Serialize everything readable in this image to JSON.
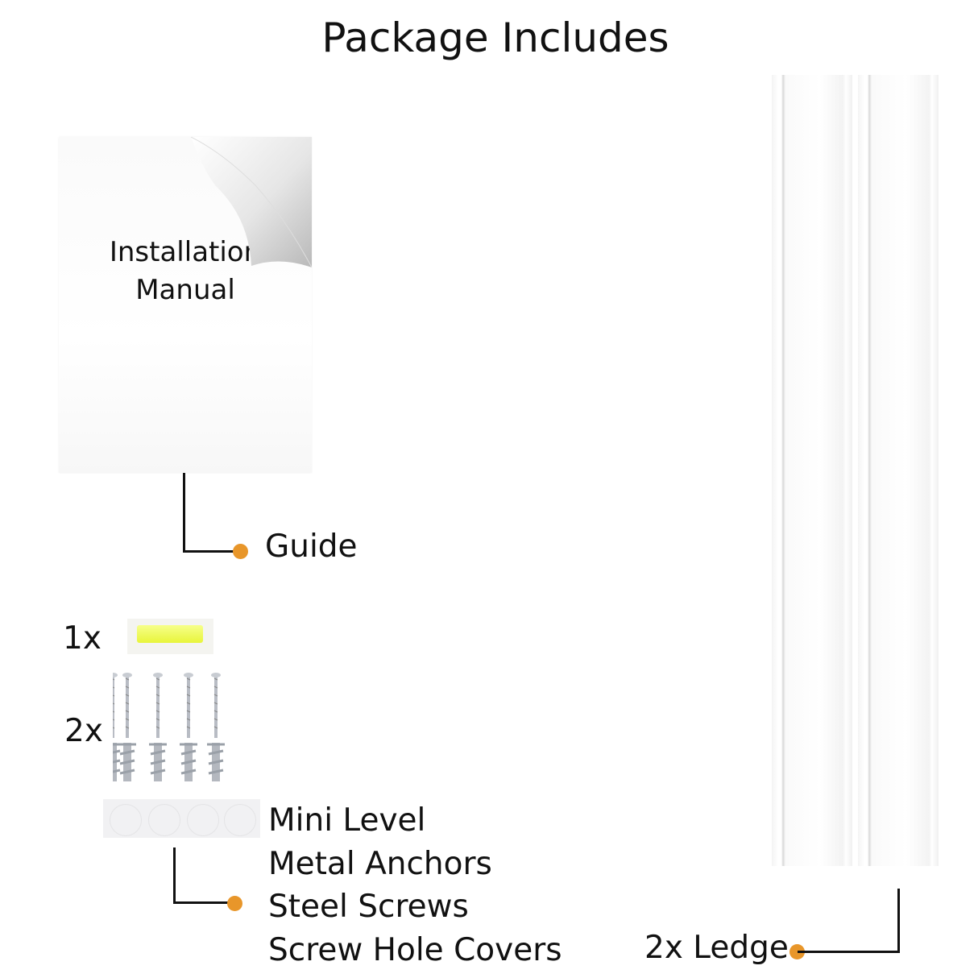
{
  "title": "Package Includes",
  "manual": {
    "line1": "Installation",
    "line2": "Manual"
  },
  "guide_label": "Guide",
  "quantities": {
    "level": "1x",
    "hardware": "2x"
  },
  "hardware_labels": [
    "Mini Level",
    "Metal Anchors",
    "Steel Screws",
    "Screw Hole Covers"
  ],
  "ledge_label": "2x Ledge",
  "colors": {
    "accent_dot": "#e8962a",
    "line": "#111111",
    "level_bubble": "#eef55a"
  }
}
